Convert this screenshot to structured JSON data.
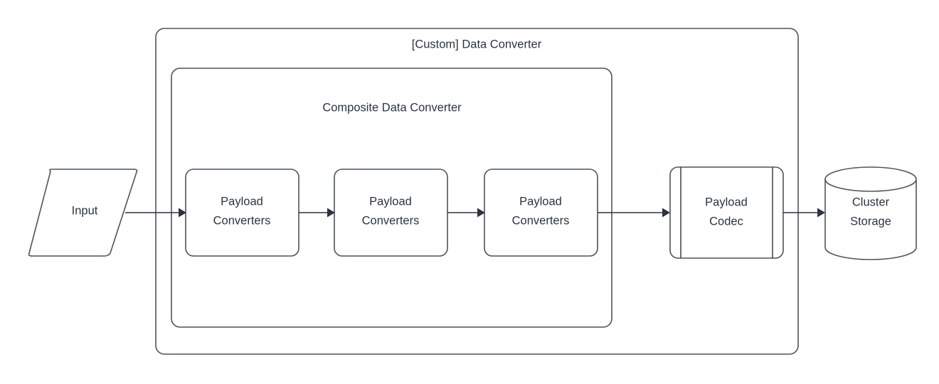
{
  "diagram": {
    "title": "[Custom] Data Converter",
    "colors": {
      "stroke": "#4c535f",
      "line": "#2b3440",
      "text": "#2b3440",
      "fill": "#ffffff",
      "background": "#ffffff"
    },
    "containers": [
      {
        "id": "custom-data-converter",
        "label": "[Custom] Data Converter",
        "shape": "rounded-rect"
      },
      {
        "id": "composite-data-converter",
        "label": "Composite Data Converter",
        "shape": "rounded-rect"
      }
    ],
    "nodes": [
      {
        "id": "input",
        "label": "Input",
        "shape": "parallelogram"
      },
      {
        "id": "payload-converters-1",
        "label_line1": "Payload",
        "label_line2": "Converters",
        "shape": "rounded-rect"
      },
      {
        "id": "payload-converters-2",
        "label_line1": "Payload",
        "label_line2": "Converters",
        "shape": "rounded-rect"
      },
      {
        "id": "payload-converters-3",
        "label_line1": "Payload",
        "label_line2": "Converters",
        "shape": "rounded-rect"
      },
      {
        "id": "payload-codec",
        "label_line1": "Payload",
        "label_line2": "Codec",
        "shape": "process"
      },
      {
        "id": "cluster-storage",
        "label_line1": "Cluster",
        "label_line2": "Storage",
        "shape": "cylinder"
      }
    ],
    "edges": [
      {
        "id": "input-to-pc1",
        "from": "input",
        "to": "payload-converters-1",
        "arrow": "end"
      },
      {
        "id": "pc1-to-pc2",
        "from": "payload-converters-1",
        "to": "payload-converters-2",
        "arrow": "end"
      },
      {
        "id": "pc2-to-pc3",
        "from": "payload-converters-2",
        "to": "payload-converters-3",
        "arrow": "end"
      },
      {
        "id": "pc3-to-codec",
        "from": "payload-converters-3",
        "to": "payload-codec",
        "arrow": "end"
      },
      {
        "id": "codec-to-storage",
        "from": "payload-codec",
        "to": "cluster-storage",
        "arrow": "end"
      }
    ]
  }
}
